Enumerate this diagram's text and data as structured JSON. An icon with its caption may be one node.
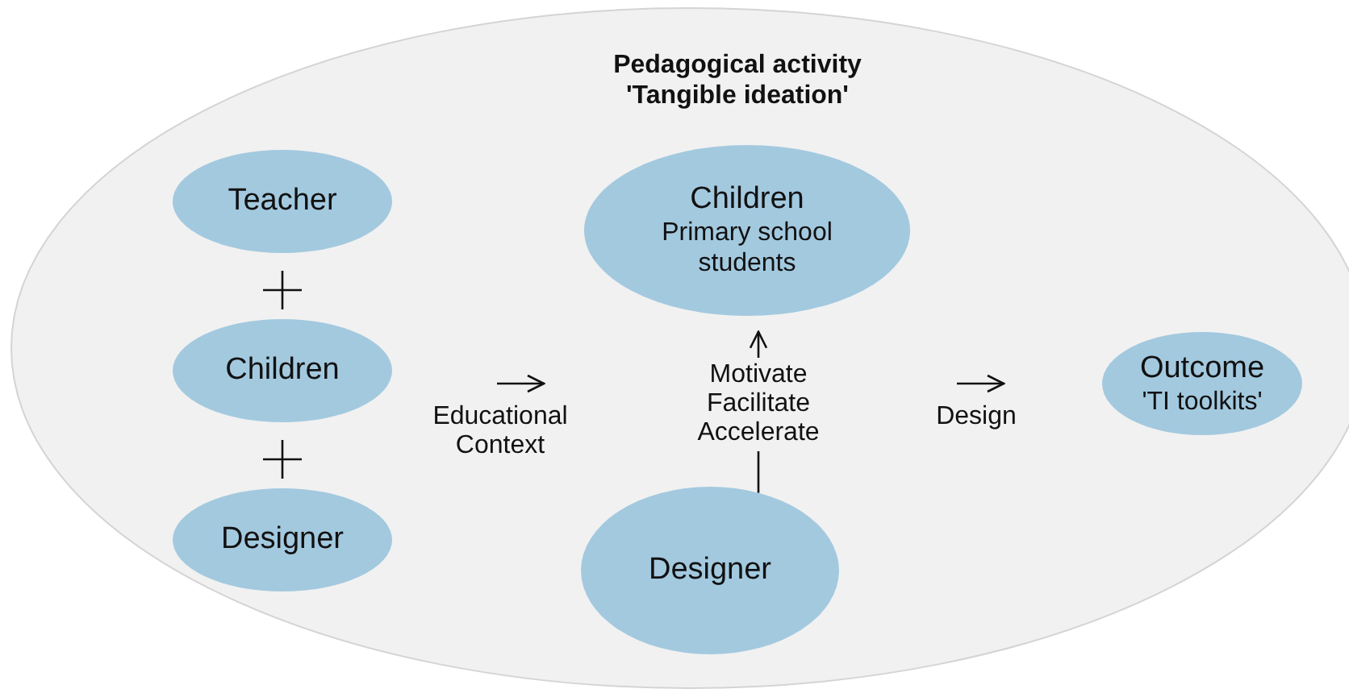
{
  "diagram": {
    "nodes": [
      {
        "text": [
          "Pedagogical activity 'Tangible ideation'"
        ]
      },
      {
        "text": [
          "Teacher"
        ],
        "in": 0
      },
      {
        "text": [
          "Children"
        ],
        "in": 0
      },
      {
        "text": [
          "Designer"
        ],
        "in": 0
      },
      {
        "text": [
          "Children",
          "Primary school students"
        ],
        "in": 0
      },
      {
        "text": [
          "Designer"
        ],
        "in": 0
      },
      {
        "text": [
          "Outcome",
          "'TI toolkits'"
        ],
        "in": 0
      }
    ],
    "edges": [
      {
        "from": 5,
        "to": 4,
        "arrow": "to",
        "label": "Motivate Facilitate Accelerate"
      }
    ],
    "labels": [
      "Educational Context",
      "Design"
    ]
  }
}
